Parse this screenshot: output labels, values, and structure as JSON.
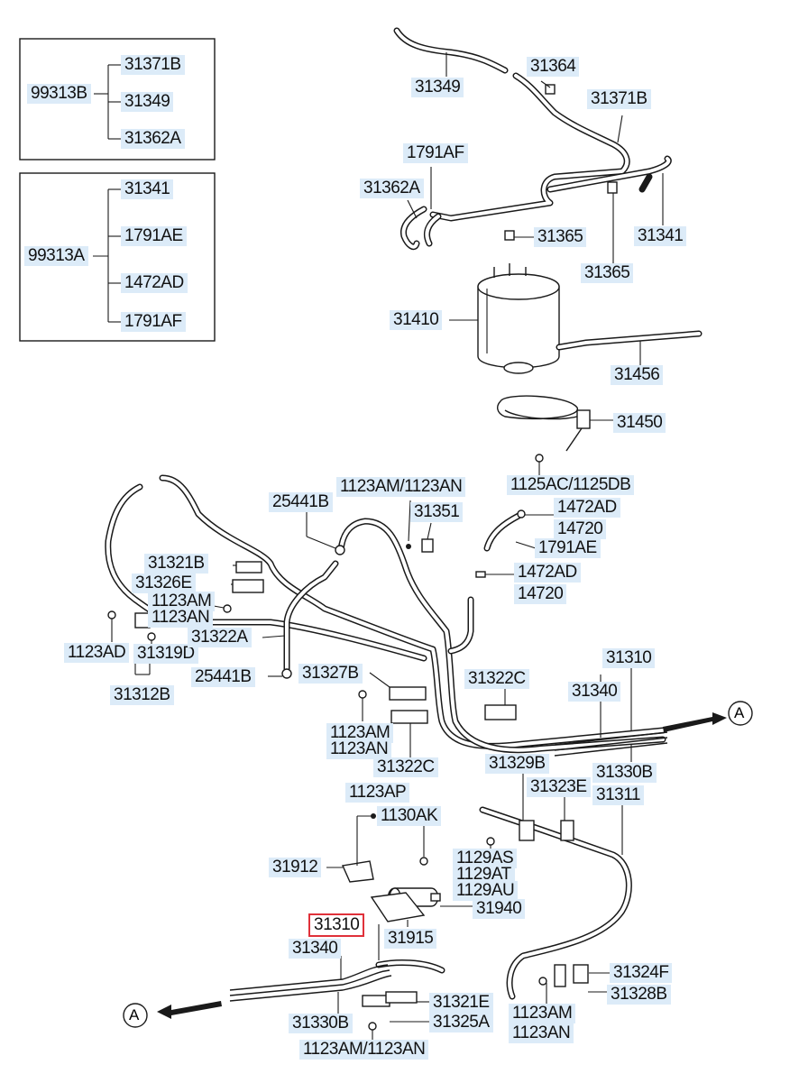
{
  "kit_box_1": {
    "parent": "99313B",
    "children": [
      "31371B",
      "31349",
      "31362A"
    ]
  },
  "kit_box_2": {
    "parent": "99313A",
    "children": [
      "31341",
      "1791AE",
      "1472AD",
      "1791AF"
    ]
  },
  "callouts": {
    "c31349": "31349",
    "c31364": "31364",
    "c31371B": "31371B",
    "c1791AF": "1791AF",
    "c31362A": "31362A",
    "c31365a": "31365",
    "c31365b": "31365",
    "c31341": "31341",
    "c31410": "31410",
    "c31456": "31456",
    "c31450": "31450",
    "c1125AC": "1125AC/1125DB",
    "c1123AMtop": "1123AM/1123AN",
    "c25441Btop": "25441B",
    "c31351": "31351",
    "c1472ADa": "1472AD",
    "c14720a": "14720",
    "c1791AE": "1791AE",
    "c1472ADb": "1472AD",
    "c14720b": "14720",
    "c31321B": "31321B",
    "c31326E": "31326E",
    "c1123AMa": "1123AM",
    "c1123ANa": "1123AN",
    "c1123AD": "1123AD",
    "c31319D": "31319D",
    "c31322A": "31322A",
    "c31312B": "31312B",
    "c25441Bbot": "25441B",
    "c31327B": "31327B",
    "c31322Ctop": "31322C",
    "c31310top": "31310",
    "c31340top": "31340",
    "c1123AMb": "1123AM",
    "c1123ANb": "1123AN",
    "c31322Cbot": "31322C",
    "c31329B": "31329B",
    "c31330Btop": "31330B",
    "c31323E": "31323E",
    "c31311": "31311",
    "c1123AP": "1123AP",
    "c1130AK": "1130AK",
    "c31912": "31912",
    "c1129AS": "1129AS",
    "c1129AT": "1129AT",
    "c1129AU": "1129AU",
    "c31940": "31940",
    "c31310bot": "31310",
    "c31915": "31915",
    "c31340bot": "31340",
    "c31324F": "31324F",
    "c31328B": "31328B",
    "c31321E": "31321E",
    "c31330Bbot": "31330B",
    "c31325A": "31325A",
    "c1123AMc": "1123AM",
    "c1123ANc": "1123AN",
    "c1123AMbot": "1123AM/1123AN"
  },
  "connectors": {
    "a_right": "A",
    "a_left": "A"
  },
  "highlight_color": "#e0313a",
  "label_bg_color": "#dcebf8"
}
